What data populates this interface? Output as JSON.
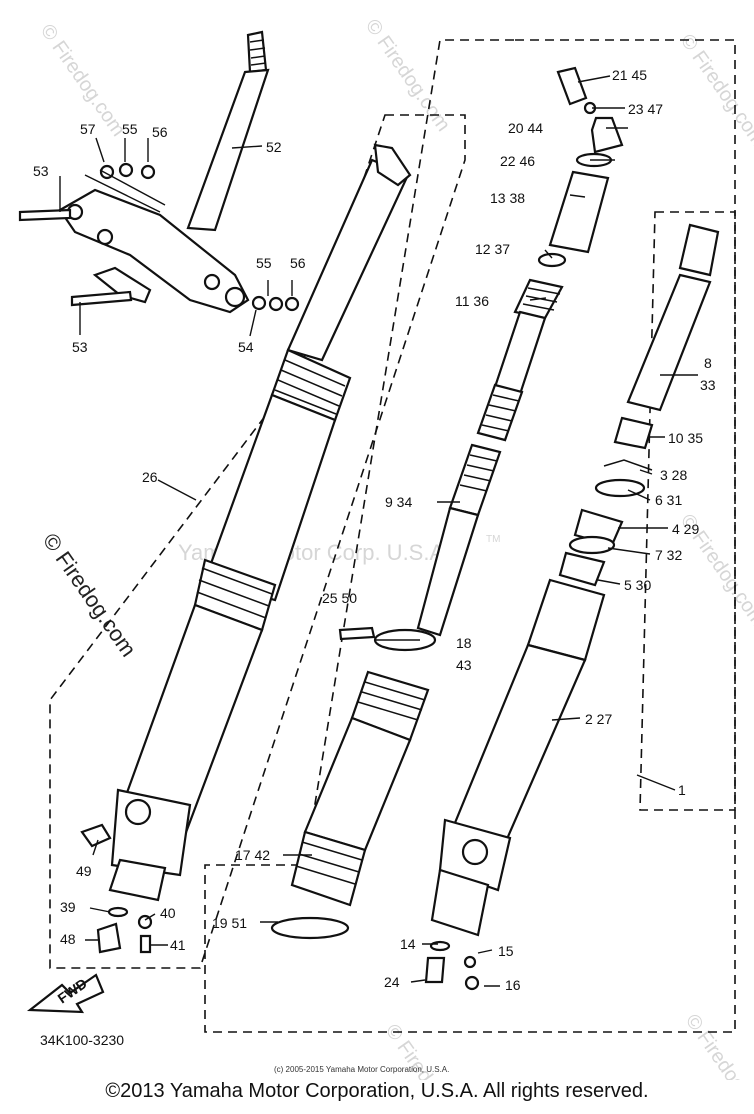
{
  "watermark": {
    "site": "© Firedog.com",
    "center": "Yamaha Motor Corp. U.S.A.",
    "tm": "TM"
  },
  "labels": {
    "l21_45": "21 45",
    "l23_47": "23 47",
    "l20_44": "20 44",
    "l22_46": "22 46",
    "l13_38": "13 38",
    "l12_37": "12 37",
    "l11_36": "11 36",
    "l8": "8",
    "l33": "33",
    "l10_35": "10 35",
    "l3_28": "3 28",
    "l6_31": "6 31",
    "l4_29": "4 29",
    "l7_32": "7 32",
    "l5_30": "5 30",
    "l9_34": "9 34",
    "l25_50": "25 50",
    "l18": "18",
    "l43": "43",
    "l2_27": "2 27",
    "l1": "1",
    "l17_42": "17 42",
    "l19_51": "19 51",
    "l14": "14",
    "l15": "15",
    "l24": "24",
    "l16": "16",
    "l57": "57",
    "l55a": "55",
    "l56a": "56",
    "l52": "52",
    "l53a": "53",
    "l55b": "55",
    "l56b": "56",
    "l53b": "53",
    "l54": "54",
    "l26": "26",
    "l49": "49",
    "l39": "39",
    "l40": "40",
    "l48": "48",
    "l41": "41",
    "fwd": "FWD",
    "code": "34K100-3230"
  },
  "copyright_small": "(c) 2005-2015 Yamaha Motor Corporation, U.S.A.",
  "footer": "©2013 Yamaha Motor Corporation, U.S.A. All rights reserved."
}
